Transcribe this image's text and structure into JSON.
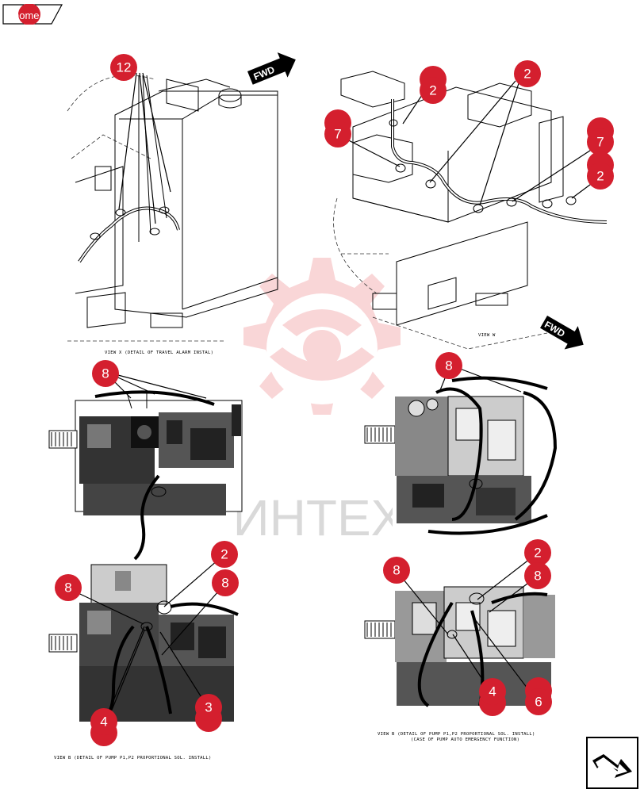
{
  "nav": {
    "home_label": "home"
  },
  "views": {
    "top_left_caption": "VIEW X    (DETAIL OF TRAVEL ALARM INSTAL)",
    "top_right_caption": "VIEW W",
    "bottom_left_caption": "VIEW B    (DETAIL OF PUMP P1,P2 PROPORTIONAL SOL. INSTALL)",
    "bottom_right_caption_1": "VIEW B    (DETAIL OF PUMP P1,P2 PROPORTIONAL SOL. INSTALL)",
    "bottom_right_caption_2": "(CASE OF  PUMP AUTO EMERGENCY FUNCTION)"
  },
  "arrows": {
    "fwd_top": "FWD",
    "fwd_right": "FWD"
  },
  "watermark": {
    "text": "ИНТЕХ"
  },
  "colors": {
    "callout": "#d41f2e",
    "watermark": "#e8474e"
  },
  "callouts": [
    {
      "label": "12"
    },
    {
      "label": "2"
    },
    {
      "label": "2"
    },
    {
      "label": "2"
    },
    {
      "label": "7"
    },
    {
      "label": "7"
    },
    {
      "label": "2"
    },
    {
      "label": "8"
    },
    {
      "label": "8"
    },
    {
      "label": "2"
    },
    {
      "label": "8"
    },
    {
      "label": "8"
    },
    {
      "label": "4"
    },
    {
      "label": "3"
    },
    {
      "label": "2"
    },
    {
      "label": "8"
    },
    {
      "label": "8"
    },
    {
      "label": "4"
    },
    {
      "label": "6"
    }
  ],
  "icons": {
    "next": "next-page-arrow-icon"
  }
}
